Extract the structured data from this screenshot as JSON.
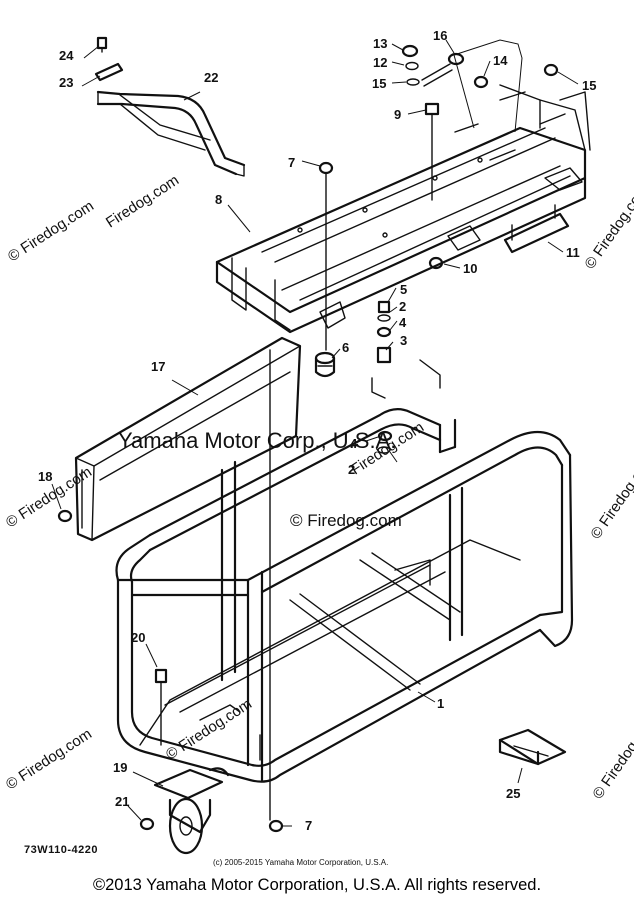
{
  "callouts": {
    "c1": "1",
    "c2a": "2",
    "c2b": "2",
    "c3": "3",
    "c4a": "4",
    "c4b": "4",
    "c5": "5",
    "c6": "6",
    "c7a": "7",
    "c7b": "7",
    "c8": "8",
    "c9": "9",
    "c10": "10",
    "c11": "11",
    "c12": "12",
    "c13": "13",
    "c14": "14",
    "c15a": "15",
    "c15b": "15",
    "c16": "16",
    "c17": "17",
    "c18": "18",
    "c19": "19",
    "c20": "20",
    "c21": "21",
    "c22": "22",
    "c23": "23",
    "c24": "24",
    "c25": "25"
  },
  "part_code": "73W110-4220",
  "small_copyright": "(c) 2005-2015 Yamaha Motor Corporation, U.S.A.",
  "watermarks": {
    "firedog": "© Firedog.com",
    "firedog_short": "Firedog.com",
    "yamaha": "Yamaha Motor Corp., U.S.A."
  },
  "footer_copyright": "©2013 Yamaha Motor Corporation, U.S.A. All rights reserved."
}
